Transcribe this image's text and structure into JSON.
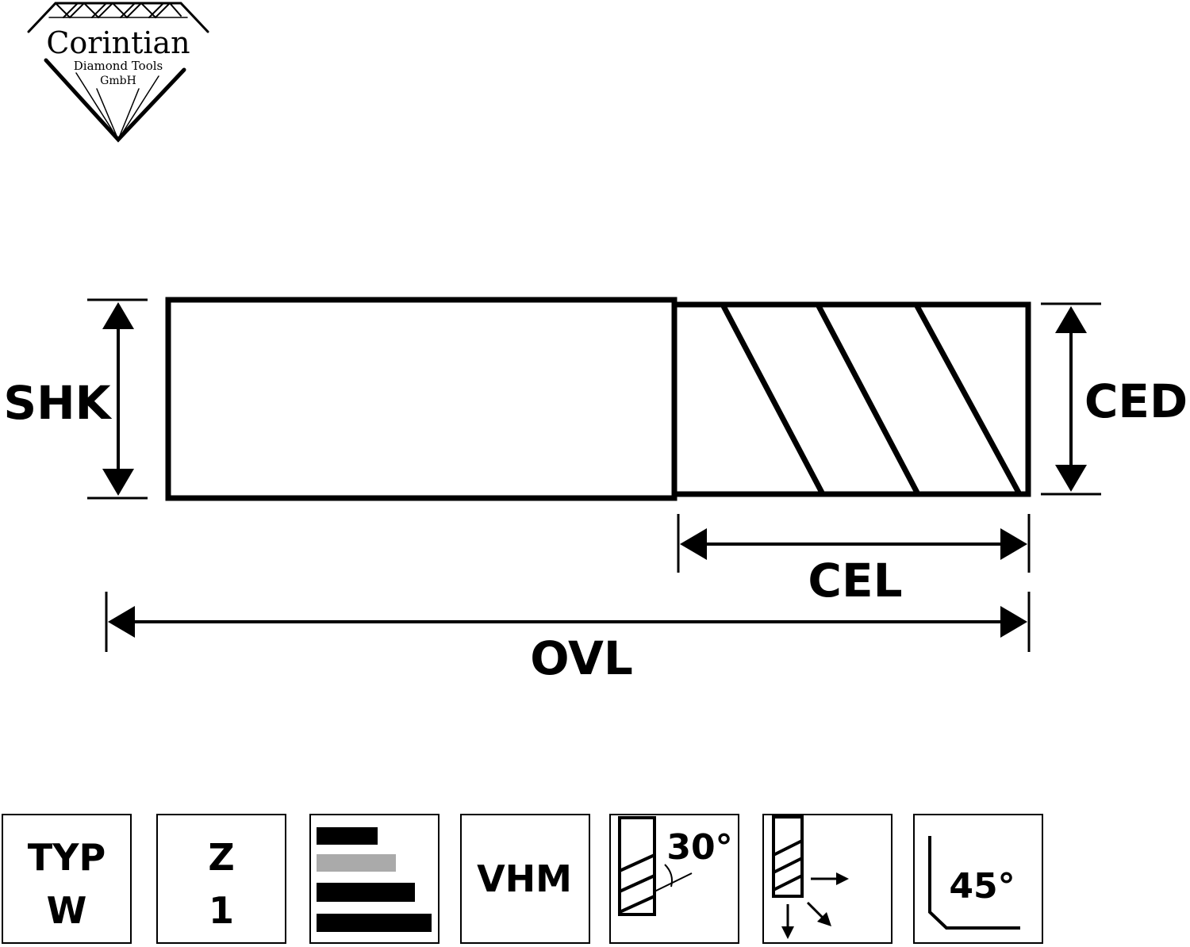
{
  "logo": {
    "name": "Corintian",
    "line2": "Diamond Tools",
    "line3": "GmbH"
  },
  "dimensions": {
    "shank_diameter": "SHK",
    "cutting_edge_diameter": "CED",
    "cutting_edge_length": "CEL",
    "overall_length": "OVL"
  },
  "icons": {
    "type": {
      "line1": "TYP",
      "line2": "W"
    },
    "flutes": {
      "line1": "Z",
      "line2": "1"
    },
    "material_bars": {
      "icon": "material-suitability-bars-icon",
      "highlight_color": "#aaaaaa"
    },
    "material": {
      "label": "VHM"
    },
    "helix": {
      "angle": "30°",
      "icon": "helix-angle-icon"
    },
    "milling_direction": {
      "icon": "milling-direction-icon"
    },
    "corner": {
      "angle": "45°",
      "icon": "chamfer-corner-icon"
    }
  },
  "colors": {
    "ink": "#000000",
    "grey_bar": "#aaaaaa"
  }
}
